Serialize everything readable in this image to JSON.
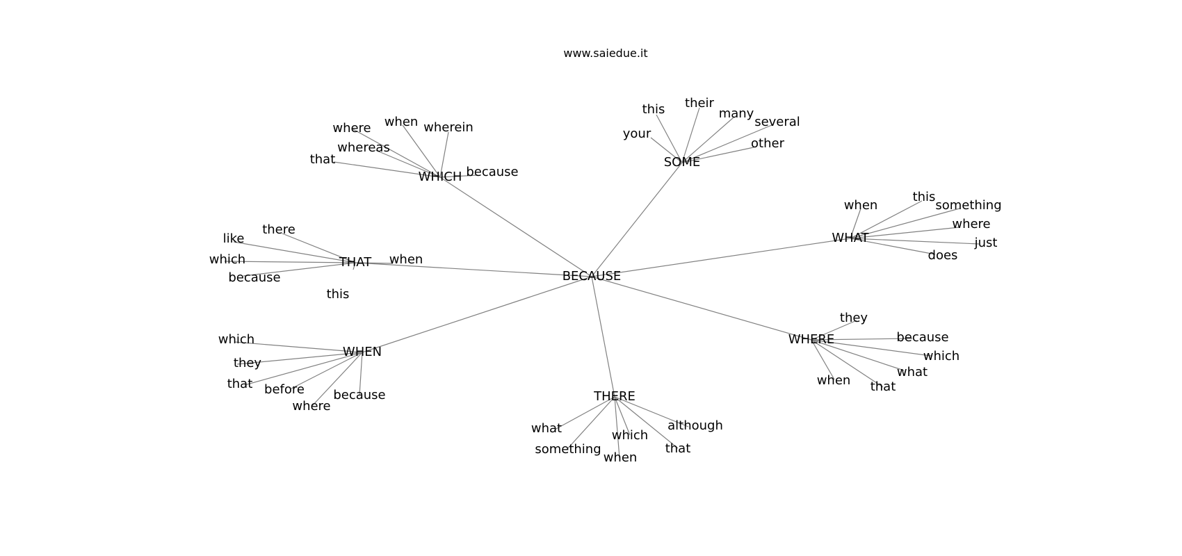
{
  "header": {
    "site": "www.saiedue.it"
  },
  "diagram": {
    "root": "BECAUSE",
    "groups": [
      {
        "id": "which",
        "label": "WHICH",
        "children": [
          "where",
          "when",
          "wherein",
          "whereas",
          "that",
          "because"
        ]
      },
      {
        "id": "some",
        "label": "SOME",
        "children": [
          "this",
          "their",
          "many",
          "several",
          "your",
          "other"
        ]
      },
      {
        "id": "what",
        "label": "WHAT",
        "children": [
          "when",
          "this",
          "something",
          "where",
          "just",
          "does"
        ]
      },
      {
        "id": "that",
        "label": "THAT",
        "children": [
          "there",
          "like",
          "which",
          "because",
          "this",
          "when"
        ]
      },
      {
        "id": "where",
        "label": "WHERE",
        "children": [
          "they",
          "because",
          "which",
          "what",
          "when",
          "that"
        ]
      },
      {
        "id": "when",
        "label": "WHEN",
        "children": [
          "which",
          "they",
          "that",
          "before",
          "where",
          "because"
        ]
      },
      {
        "id": "there",
        "label": "THERE",
        "children": [
          "what",
          "something",
          "which",
          "when",
          "although",
          "that"
        ]
      }
    ]
  }
}
